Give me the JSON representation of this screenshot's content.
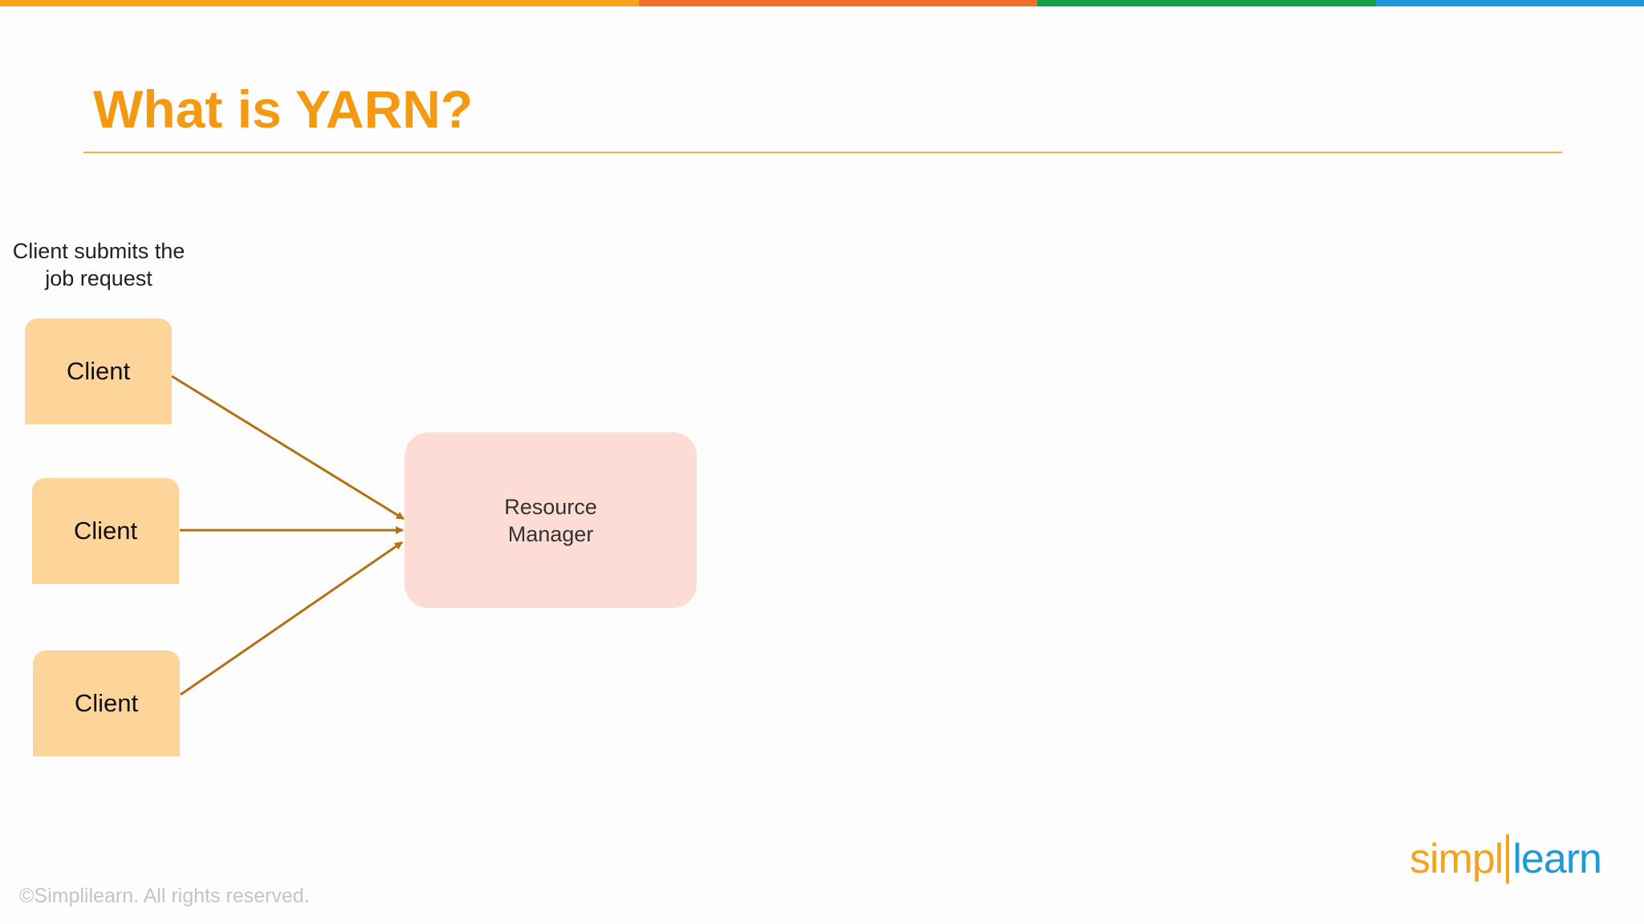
{
  "colors": {
    "stripe": [
      "#f7a21b",
      "#f07128",
      "#13a24b",
      "#1d9ad6"
    ],
    "title": "#f39a12",
    "rule": "#f0b443",
    "client_fill": "#fdd59a",
    "rm_fill": "#fcdcd4",
    "arrow": "#b56f12",
    "logo_orange": "#f7a21b",
    "logo_blue": "#1f9ad6"
  },
  "slide": {
    "title": "What is YARN?",
    "caption": "Client submits the job request",
    "clients": [
      "Client",
      "Client",
      "Client"
    ],
    "resource_manager": {
      "line1": "Resource",
      "line2": "Manager"
    },
    "copyright": "©Simplilearn. All rights reserved."
  },
  "logo": {
    "part1": "simpl",
    "part2": "learn"
  }
}
